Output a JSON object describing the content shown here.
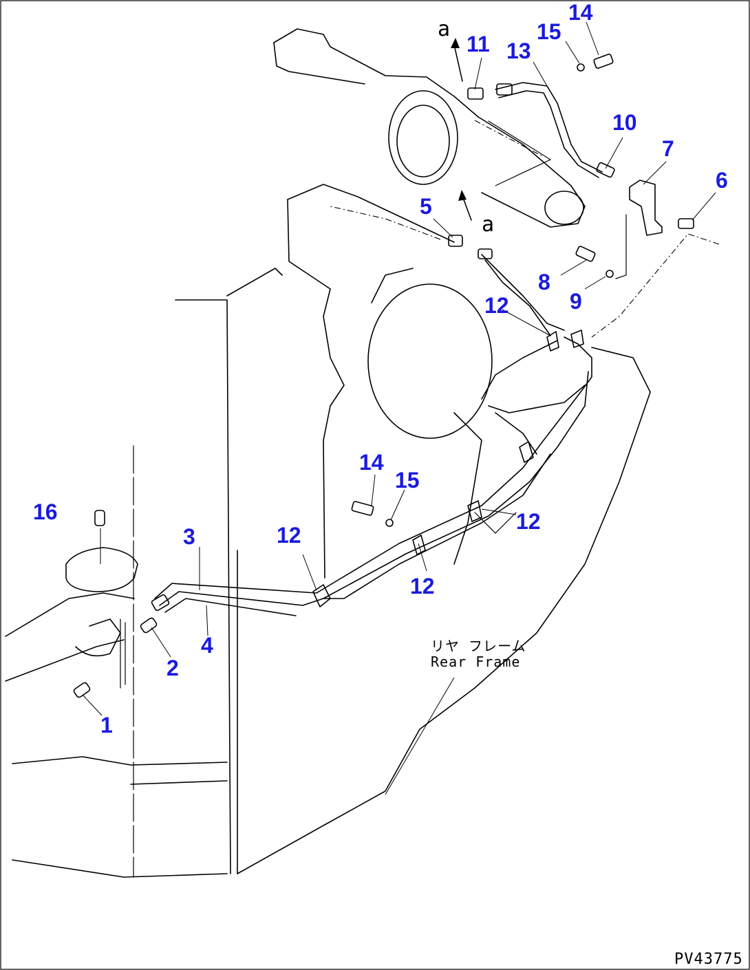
{
  "callouts": {
    "c1": "1",
    "c2": "2",
    "c3": "3",
    "c4": "4",
    "c5": "5",
    "c6": "6",
    "c7": "7",
    "c8": "8",
    "c9": "9",
    "c10": "10",
    "c11": "11",
    "c12a": "12",
    "c12b": "12",
    "c12c": "12",
    "c12d": "12",
    "c13": "13",
    "c14a": "14",
    "c14b": "14",
    "c15a": "15",
    "c15b": "15",
    "c16": "16"
  },
  "ref_marks": {
    "a_top": "a",
    "a_mid": "a"
  },
  "frame_label": {
    "jp": "リヤ フレーム",
    "en": "Rear Frame"
  },
  "drawing_code": "PV43775",
  "colors": {
    "callout": "#1a1adf",
    "line": "#000000",
    "background": "#ffffff"
  }
}
